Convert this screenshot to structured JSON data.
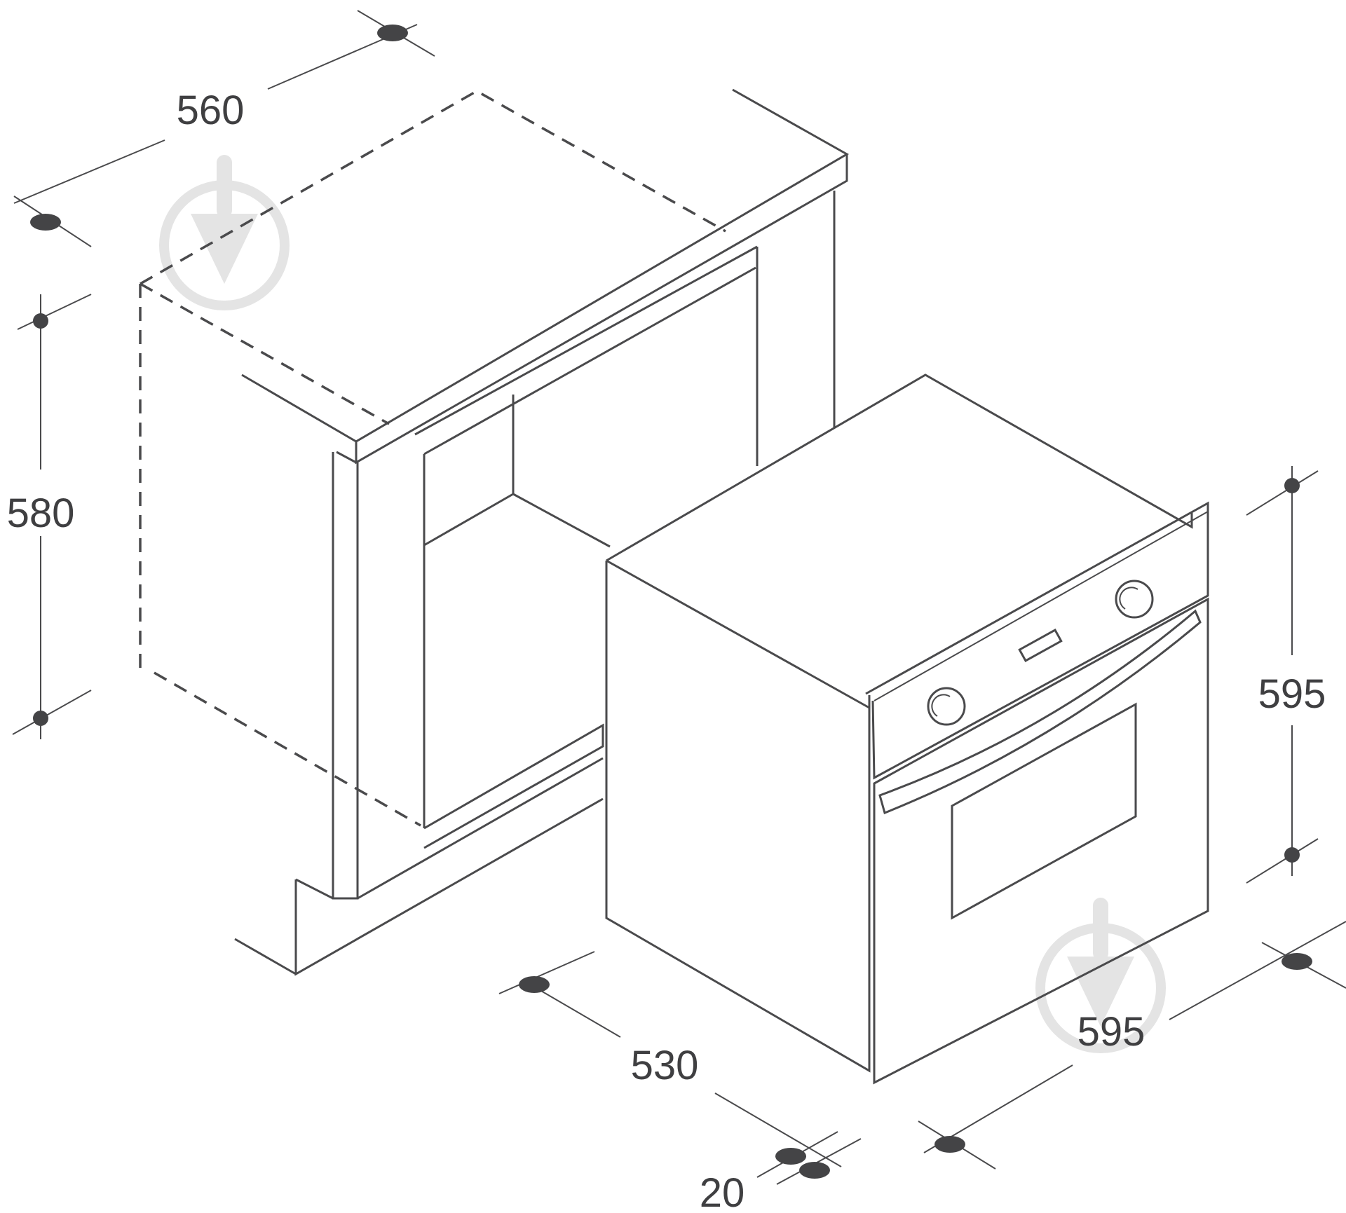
{
  "dimensions": {
    "cabinet_width": "560",
    "cabinet_height": "580",
    "oven_depth": "530",
    "oven_height": "595",
    "oven_width": "595",
    "door_depth": "20"
  },
  "icons": {
    "watermark": "download-arrow-circle-icon",
    "knob": "oven-knob-icon",
    "dimension_end": "dimension-dot-icon"
  },
  "colors": {
    "line": "#4a4a4c",
    "label": "#3f3f41",
    "watermark": "#e4e4e4",
    "background": "#ffffff"
  }
}
